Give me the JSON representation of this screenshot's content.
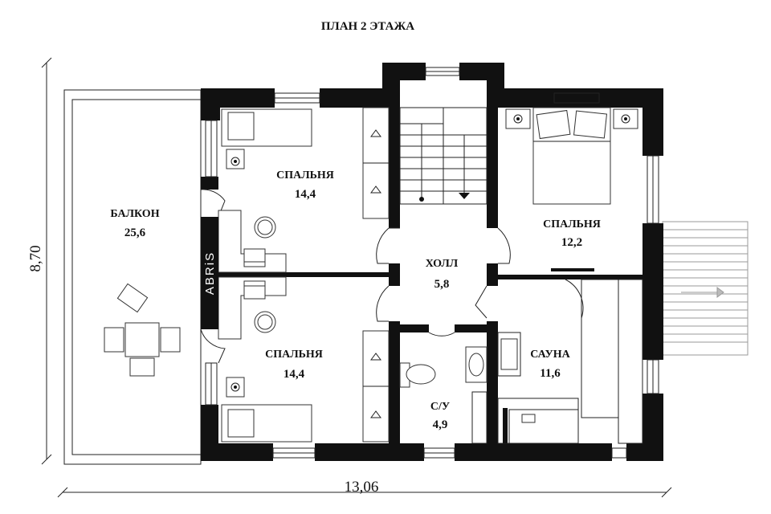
{
  "plan": {
    "title": "ПЛАН 2 ЭТАЖА",
    "logo": "ABRiS",
    "dimensions": {
      "width": "13,06",
      "height": "8,70"
    },
    "rooms": [
      {
        "name": "БАЛКОН",
        "area": "25,6"
      },
      {
        "name": "СПАЛЬНЯ",
        "area": "14,4"
      },
      {
        "name": "СПАЛЬНЯ",
        "area": "14,4"
      },
      {
        "name": "ХОЛЛ",
        "area": "5,8"
      },
      {
        "name": "СПАЛЬНЯ",
        "area": "12,2"
      },
      {
        "name": "САУНА",
        "area": "11,6"
      },
      {
        "name": "С/У",
        "area": "4,9"
      }
    ]
  },
  "colors": {
    "wall": "#111111",
    "line": "#222222",
    "stair_gray": "#9a9a9a"
  }
}
